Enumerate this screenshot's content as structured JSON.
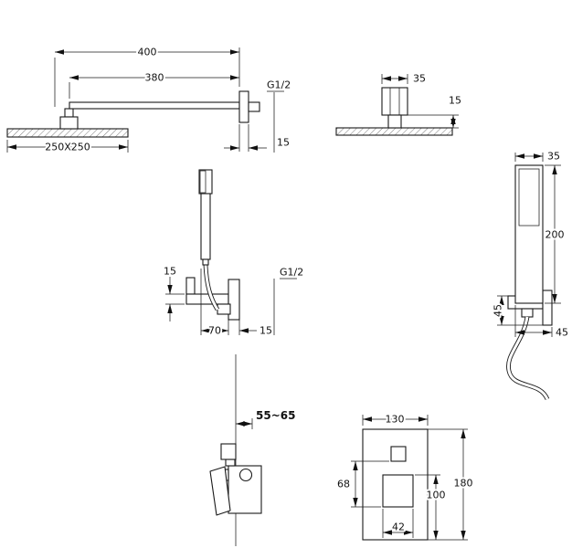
{
  "drawing": {
    "rain_side": {
      "overall_length": "400",
      "arm_length": "380",
      "thread": "G1/2",
      "flange_depth": "15",
      "head_size": "250X250"
    },
    "rain_front": {
      "flange_width": "35",
      "drop_height": "15"
    },
    "holder_side": {
      "bracket_thickness": "15",
      "thread": "G1/2",
      "holder_offset": "70",
      "plate_depth": "15"
    },
    "hand_front": {
      "handle_width": "35",
      "handle_length": "200",
      "holder_height": "45",
      "holder_depth": "45"
    },
    "valve_side": {
      "recess_depth": "55~65"
    },
    "valve_front": {
      "plate_width": "130",
      "upper_height": "68",
      "lower_height": "100",
      "plate_height": "180",
      "handle_width": "42"
    }
  }
}
